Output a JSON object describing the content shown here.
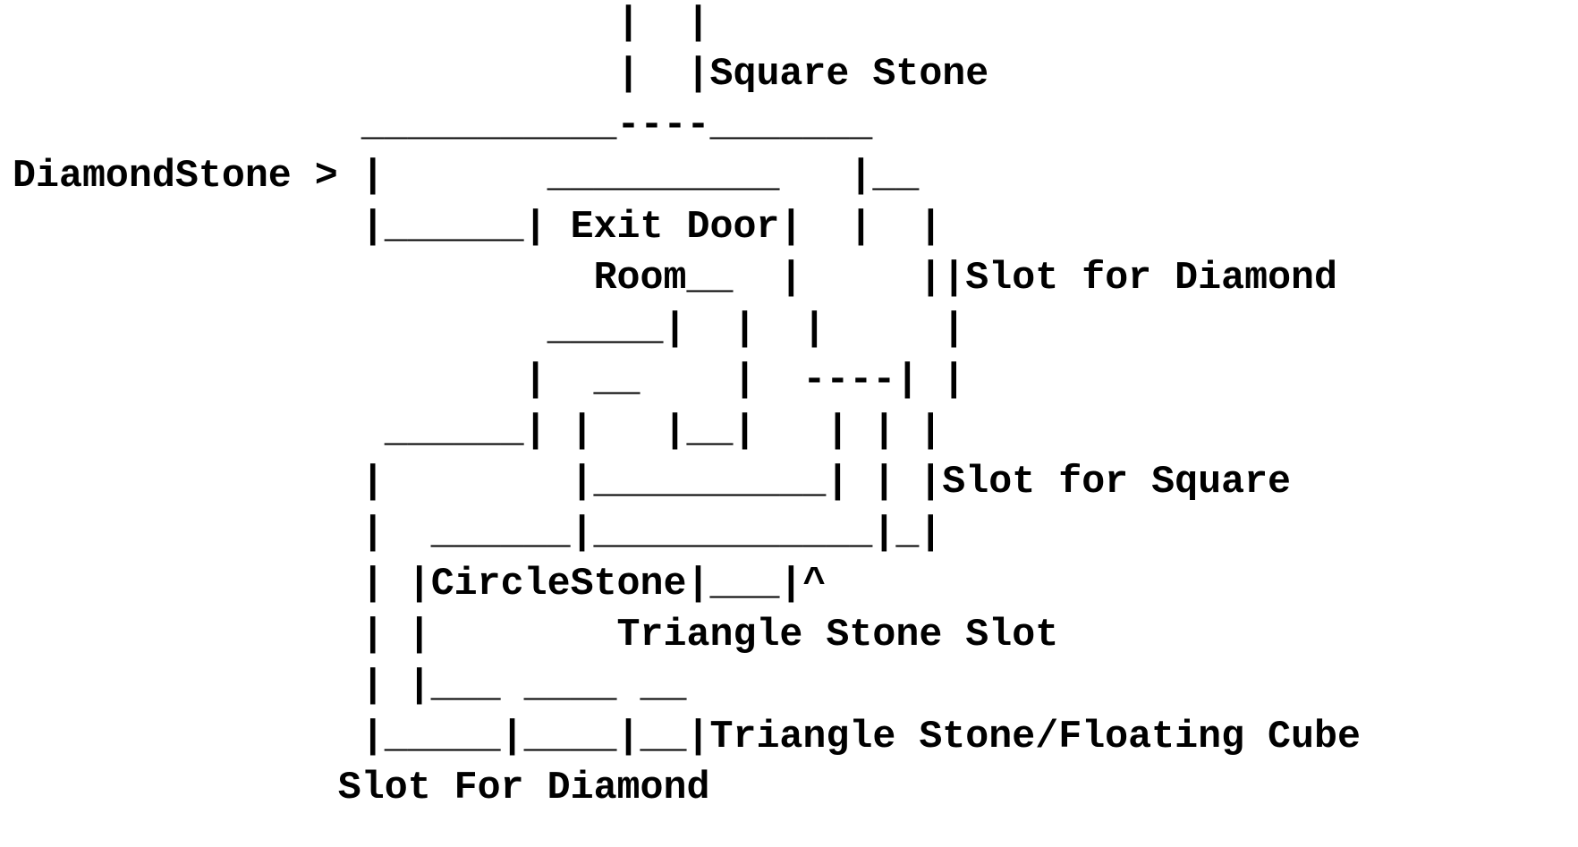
{
  "title": "ASCII puzzle room map",
  "labels": {
    "square_stone": "Square Stone",
    "diamond_stone": "DiamondStone >",
    "exit_door": "Exit Door",
    "room": "Room",
    "slot_for_diamond_right": "Slot for Diamond",
    "slot_for_square": "Slot for Square",
    "circle_stone": "CircleStone",
    "triangle_stone_slot": "Triangle Stone Slot",
    "triangle_stone_floating_cube": "Triangle Stone/Floating Cube",
    "slot_for_diamond_bottom": "Slot For Diamond"
  },
  "lines": [
    "                          |  |",
    "                          |  |",
    "               ___________----_______",
    "               |       __________   |__",
    "               |______| ",
    "                         ",
    "                       _____|  |  |     |",
    "                      |  __    |  ----| |",
    "                ______| |   |__|   | | |",
    "               |        |__________| | |",
    "               |  ______|____________|_|",
    "               | |",
    "               | |        ",
    "               | |___ ____ __",
    "               |_____|____|__|",
    "              "
  ],
  "tails": {
    "l2": "",
    "l5_after": "|  |  |",
    "l6_after": "__  |     |",
    "l12_after": "|___|^"
  }
}
